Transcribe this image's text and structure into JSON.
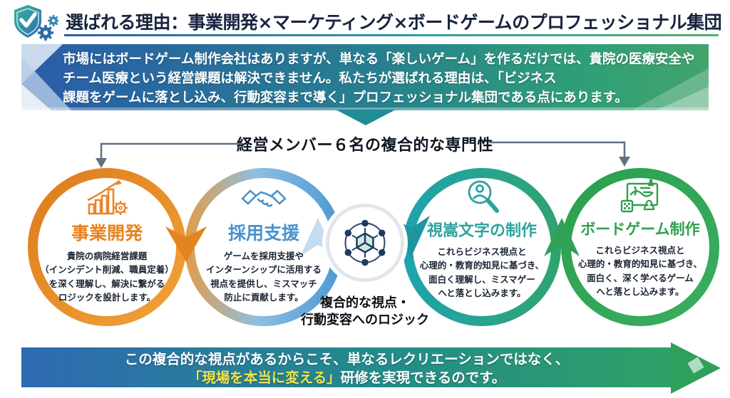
{
  "header": {
    "title": "選ばれる理由：事業開発×マーケティング×ボードゲームのプロフェッショナル集団",
    "icon": "shield-check-gears-icon",
    "text_color": "#18243E"
  },
  "intro_banner": {
    "lines": [
      "市場にはボードゲーム制作会社はありますが、単なる「楽しいゲーム」を作るだけでは、貴院の医療安全や",
      "チーム医療という経営課題は解決できません。私たちが選ばれる理由は、「ビジネス",
      "課題をゲームに落とし込み、行動変容まで導く」プロフェッショナル集団である点にあります。"
    ],
    "gradient": [
      "#2A5CA8",
      "#27808F",
      "#43A36C"
    ]
  },
  "diagram": {
    "title": "経営メンバー６名の複合的な専門性",
    "connector_arrows": [
      "down",
      "up",
      "down",
      "up"
    ],
    "circles": [
      {
        "title": "事業開発",
        "icon": "growth-chart-gear-icon",
        "accent": "#E8831F",
        "body_lines": [
          "貴院の病院経営課題",
          "（インシデント削減、職員定着）",
          "を深く理解し、解決に繋がる",
          "ロジックを設計します。"
        ]
      },
      {
        "title": "採用支援",
        "icon": "handshake-icon",
        "accent": "#4B92CC",
        "body_lines": [
          "ゲームを採用支援や",
          "インターンシップに活用する",
          "視点を提供し、ミスマッチ",
          "防止に貢献します。"
        ]
      },
      {
        "title": "視嵩文字の制作",
        "icon": "magnifier-person-icon",
        "accent": "#2BA39E",
        "body_lines": [
          "これらビジネス視点と",
          "心理的・教育的知見に基づき、",
          "面白く理解し、ミスマゲー",
          "へと落とし込みます。"
        ]
      },
      {
        "title": "ボードゲーム制作",
        "icon": "board-game-icon",
        "accent": "#2FA04E",
        "body_lines": [
          "これらビジネス視点と",
          "心理的・教育的知見に基づき、",
          "面白く、深く学べるゲーム",
          "へと落とし込みます。"
        ]
      }
    ],
    "hub": {
      "icon": "network-cube-icon",
      "label_lines": [
        "複合的な視点・",
        "行動変容へのロジック"
      ]
    },
    "ring_colors": {
      "orange": "#E8872B",
      "blue": "#4E9AD4",
      "teal": "#1FA3AD",
      "green": "#2FA156"
    }
  },
  "conclusion_banner": {
    "line1": "この複合的な視点があるからこそ、単なるレクリエーションではなく、",
    "highlight": "「現場を本当に変える」",
    "rest": "研修を実現できるのです。",
    "highlight_color": "#F2E44C",
    "gradient": [
      "#2E6AB2",
      "#2FA066"
    ]
  }
}
